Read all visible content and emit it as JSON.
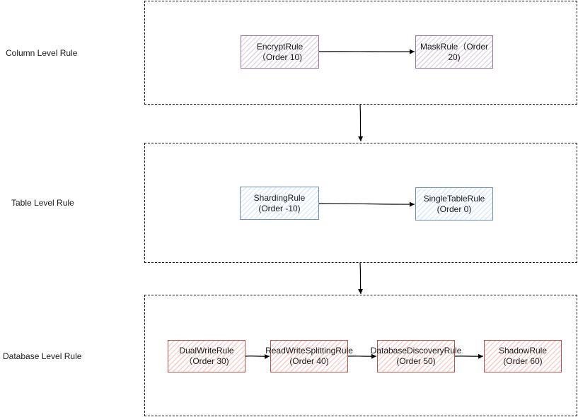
{
  "levels": {
    "column": {
      "label": "Column Level Rule"
    },
    "table": {
      "label": "Table Level Rule"
    },
    "database": {
      "label": "Database Level Rule"
    }
  },
  "nodes": {
    "encrypt": {
      "text": "EncryptRule\n（Order 10)"
    },
    "mask": {
      "text": "MaskRule（Order\n20)"
    },
    "sharding": {
      "text": "ShardingRule\n(Order -10)"
    },
    "single_table": {
      "text": "SingleTableRule\n(Order 0)"
    },
    "dual_write": {
      "text": "DualWriteRule\n（Order 30)"
    },
    "read_write_splitting": {
      "text": "ReadWriteSplittingRule\n(Order 40)"
    },
    "database_discovery": {
      "text": "DatabaseDiscoveryRule\n(Order 50)"
    },
    "shadow": {
      "text": "ShadowRule\n(Order 60)"
    }
  },
  "colors": {
    "purple_border": "#9673a6",
    "blue_border": "#6c8ebf",
    "red_border": "#b85450",
    "arrow": "#000000"
  }
}
